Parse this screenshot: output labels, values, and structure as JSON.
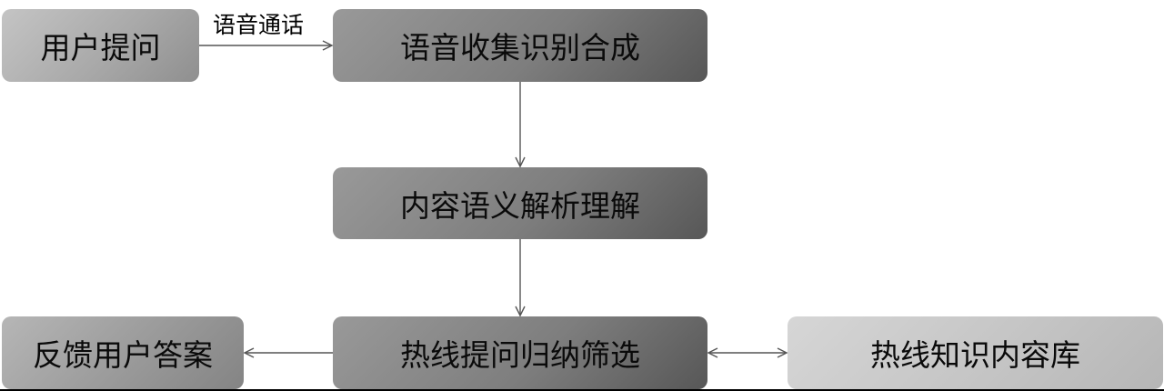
{
  "diagram": {
    "nodes": {
      "user_question": "用户提问",
      "voice_processing": "语音收集识别合成",
      "semantic_understanding": "内容语义解析理解",
      "hotline_summary": "热线提问归纳筛选",
      "feedback_answer": "反馈用户答案",
      "knowledge_base": "热线知识内容库"
    },
    "edges": {
      "user_to_voice_label": "语音通话"
    }
  }
}
